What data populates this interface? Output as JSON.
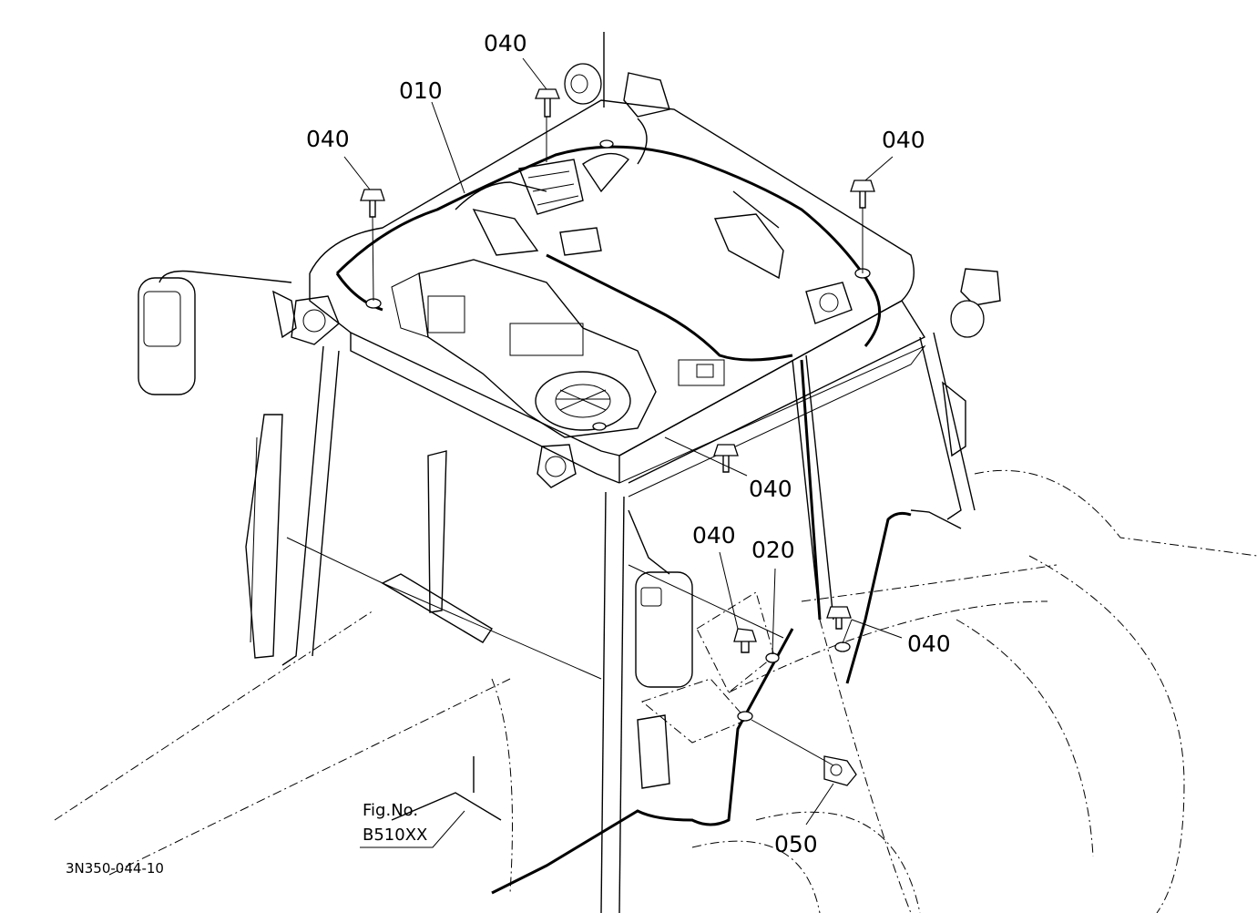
{
  "diagram": {
    "part_labels": [
      "040",
      "010",
      "040",
      "040",
      "040",
      "040",
      "020",
      "040",
      "050"
    ],
    "reference": {
      "line1": "Fig.No.",
      "line2": "B510XX"
    },
    "drawing_code": "3N350-044-10"
  },
  "colors": {
    "ink": "#000000",
    "paper": "#ffffff"
  }
}
